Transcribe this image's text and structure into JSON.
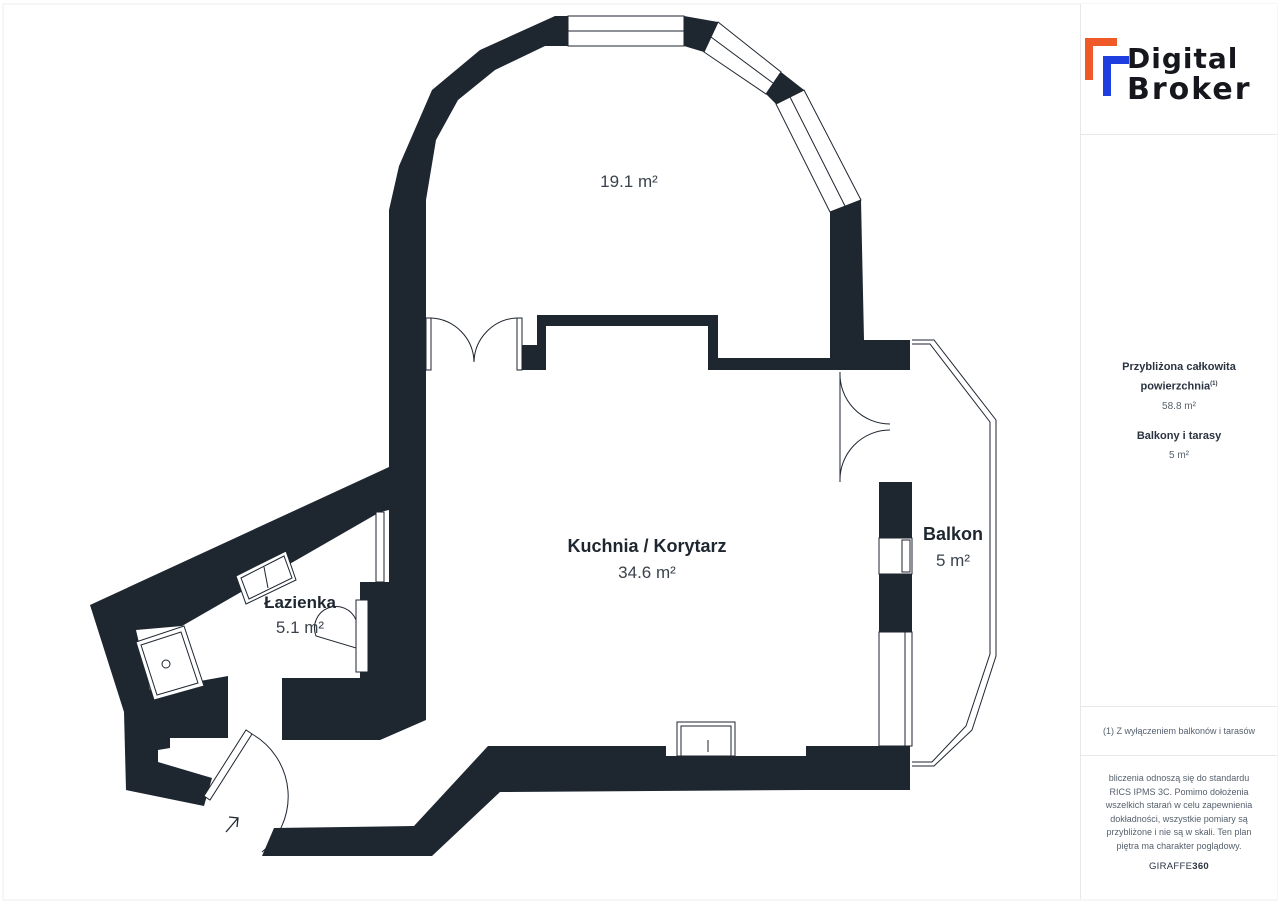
{
  "rooms": {
    "room_top": {
      "name": "",
      "area": "19.1 m²"
    },
    "kitchen": {
      "name": "Kuchnia / Korytarz",
      "area": "34.6 m²"
    },
    "bathroom": {
      "name": "Łazienka",
      "area": "5.1 m²"
    },
    "balcony": {
      "name": "Balkon",
      "area": "5 m²"
    }
  },
  "logo": {
    "line1": "Digital",
    "line2": "Broker"
  },
  "summary": {
    "total_label_line1": "Przybliżona całkowita",
    "total_label_line2": "powierzchnia",
    "total_footnote_mark": "(1)",
    "total_value": "58.8 m²",
    "balcony_label": "Balkony i tarasy",
    "balcony_value": "5 m²"
  },
  "footnote": "(1) Z wyłączeniem balkonów i tarasów",
  "disclaimer": "bliczenia odnoszą się do standardu RICS IPMS 3C. Pomimo dołożenia wszelkich starań w celu zapewnienia dokładności, wszystkie pomiary są przybliżone i nie są w skali. Ten plan piętra ma charakter poglądowy.",
  "brand": {
    "prefix": "GIRAFFE",
    "suffix": "360"
  },
  "colors": {
    "wall": "#1e2630",
    "logo_orange": "#f05a28",
    "logo_blue": "#1f3ee0",
    "text": "#2a3340"
  }
}
